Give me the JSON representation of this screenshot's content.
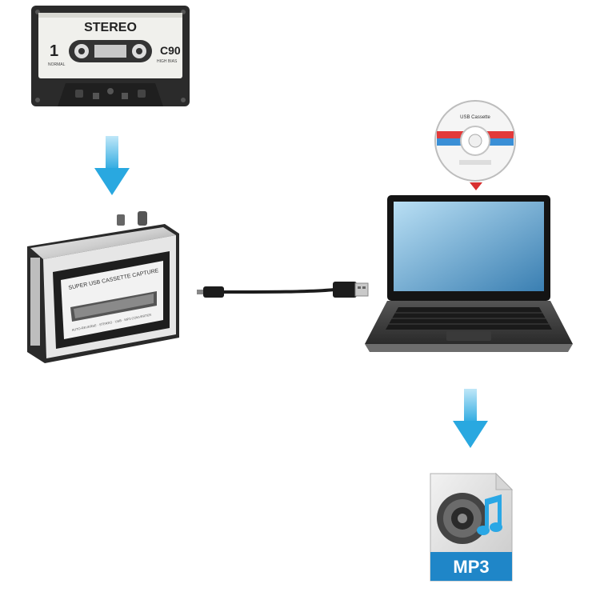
{
  "cassette": {
    "brand": "STEREO",
    "side": "1",
    "length": "C90",
    "small_left": "NORMAL",
    "small_right": "HIGH BIAS"
  },
  "player": {
    "label": "SUPER USB CASSETTE CAPTURE",
    "bottom_label": "AUTO-REVERSE · STEREO · USB · MP3 CONVERTER"
  },
  "cd": {
    "label": "USB Cassette"
  },
  "mp3_icon": {
    "label": "MP3"
  },
  "colors": {
    "arrow": "#29a8e0",
    "cd_red": "#e23a3a",
    "cd_blue": "#3a8fd6",
    "mp3_blue": "#1f86c8"
  }
}
